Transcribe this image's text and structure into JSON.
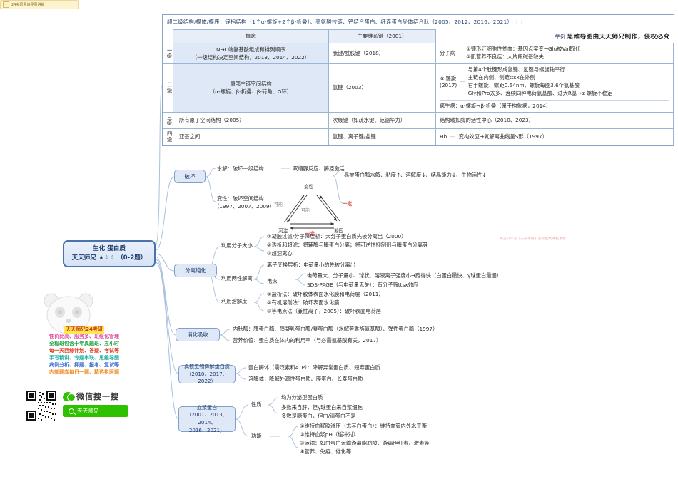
{
  "table": {
    "banner": "超二级结构/模体/模序：锌指结构（1个α-螺旋+2个β-折叠）、亮氨酸拉链、钙结合蛋白、纤连蛋白受体结合肽（2005、2012、2016、2021）",
    "banner_dots": "⋮⋮",
    "headers": [
      "概念",
      "主要维系键（2001）",
      "举例"
    ],
    "watermark_header": "思维导图由天天师兄制作，侵权必究",
    "rows": [
      {
        "level": "一级",
        "concept": "N→C端氨基酸组成和排列顺序",
        "concept2": "（一级结构决定空间结构，2013、2014、2022）",
        "bond": "肽键/酰胺键（2018）",
        "ex_key": "分子病",
        "ex_lines": [
          "①镰形红细胞性贫血：基因点突变→Glu被Val取代",
          "②肌营养不良症：大片段碱基缺失"
        ]
      },
      {
        "level": "二级",
        "concept": "局部主链空间结构",
        "concept2": "（α-螺旋、β-折叠、β-转角、Ω环）",
        "bond": "氢键（2003）",
        "ex_key": "α-螺旋",
        "ex_key2": "(2017)",
        "ex_lines": [
          "与第4个肽键形成氢键、氢键与螺旋轴平行",
          "主链在内侧、侧链ttsx在外侧",
          "右手螺旋、螺距0.54nm、螺旋每圈3.6个氨基酸",
          "Gly和Pro太多、连续同种电荷氨基酸、过大R基→α-螺旋不稳定"
        ],
        "ex_note": "疯牛病：α-螺旋→β-折叠（属于构象病，2014）"
      },
      {
        "level": "三级",
        "concept": "所有原子空间结构（2005）",
        "bond": "次级键（如疏水键、范德华力）",
        "ex_plain": "结构域如酶的活性中心（2010、2023）"
      },
      {
        "level": "四级",
        "concept": "亚基之间",
        "bond": "氢键、离子键/盐键",
        "ex_key": "Hb",
        "ex_plain": "变构效应→氧解离曲线呈S形（1997）"
      }
    ]
  },
  "center": {
    "line1": "生化 蛋白质",
    "line2": "天天师兄 ★☆☆ （0-2题）",
    "badge": "24考研思维导图讲解"
  },
  "branches": [
    {
      "id": "destroy",
      "label": "破坏",
      "items": [
        {
          "key": "水解：破坏一级结构",
          "dash": "—",
          "val": "双缩脲反应、酶原激活"
        },
        {
          "key": "变性：破坏空间结构",
          "key2": "（1997、2007、2009）",
          "val": "易被蛋白酶水解、粘度↑、溶解度↓、结晶能力↓、生物活性↓"
        }
      ]
    },
    {
      "id": "purify",
      "label": "分离纯化",
      "groups": [
        {
          "title": "利用分子大小",
          "lines": [
            "①凝胶过滤/分子筛层析：大分子蛋白质先被分离出（2000）",
            "②透析和超滤：将辅酶与酶蛋白分离；将可逆性抑制剂与酶蛋白分离等",
            "③超速离心"
          ]
        },
        {
          "title": "利用两性解离",
          "sub": [
            {
              "name": "",
              "lines": [
                "离子交换层析：电荷量小的先被分离出"
              ]
            },
            {
              "name": "电泳",
              "dash": "—",
              "lines": [
                "电荷量大、分子量小、球状、溶液离子强度小→跑得快（白蛋白最快、γ球蛋白最慢）",
                "SDS-PAGE（与电荷量无关）：有分子筛ttsx效应"
              ]
            }
          ]
        },
        {
          "title": "利用溶解度",
          "lines": [
            "①盐析法：破坏胶体表面水化膜和电荷层（2011）",
            "②有机溶剂法：破坏表面水化膜",
            "③等电点法（兼性离子，2005）：破坏表面电荷层"
          ]
        }
      ]
    },
    {
      "id": "digest",
      "label": "消化吸收",
      "lines": [
        "内肽酶：胰蛋白酶、胰凝乳蛋白酶/糜蛋白酶（水解芳香族氨基酸）、弹性蛋白酶（1997）",
        "营养价值：蛋白质在体内的利用率（与必需氨基酸有关，2017）"
      ]
    },
    {
      "id": "degrade",
      "label": "真核生物降解蛋白质",
      "label2": "（2010、2017、2022）",
      "lines": [
        "蛋白酶体（需泛素和ATP）：降解异常蛋白质、短寿蛋白质",
        "溶酶体：降解外源性蛋白质、膜蛋白、长寿蛋白质"
      ]
    },
    {
      "id": "plasma",
      "label": "血浆蛋白",
      "label2": "（2001、2013、2014、",
      "label3": "2016、2021）",
      "groups": [
        {
          "title": "性质",
          "lines": [
            "均为分泌型蛋白质",
            "多数来自肝，但γ球蛋白来自浆细胞",
            "多数是糖蛋白，但白/清蛋白不是"
          ]
        },
        {
          "title": "功能",
          "dash": "—",
          "lines": [
            "①维持血浆胶渗压（尤其白蛋白）：维持血管内外水平衡",
            "②维持血浆pH（缓冲对）",
            "③运输：如白蛋白运输游离脂肪酸、游离胆红素、激素等",
            "④营养、免疫、催化等"
          ]
        }
      ]
    }
  ],
  "denature_diagram": {
    "top": "变性",
    "left": "沉淀",
    "right": "凝固",
    "edge_left": "可能",
    "edge_mid": "可能",
    "edge_right": "一定",
    "edge_bottom": "一定"
  },
  "promo": {
    "title": "天天师兄24考研",
    "lines": [
      "性价比高、服务多、班级化管理",
      "全程班包含十年真题班、五小时",
      "每一天西综计划、答疑、考试等",
      "手写精讲、专题串联、思维导图",
      "病例分析、押题、报考、复试等",
      "内部题库每日一题、精选执医题"
    ],
    "wechat_text": "微信搜一搜",
    "wechat_button": "天天师兄"
  },
  "watermark": "关注公众号【天天考研】获取后续课程更新",
  "colors": {
    "node_fill": "#dfe8f6",
    "node_border": "#7fa0cc",
    "table_border": "#9db5d4",
    "accent_red": "#d23b33",
    "wechat_green": "#2dc100"
  }
}
